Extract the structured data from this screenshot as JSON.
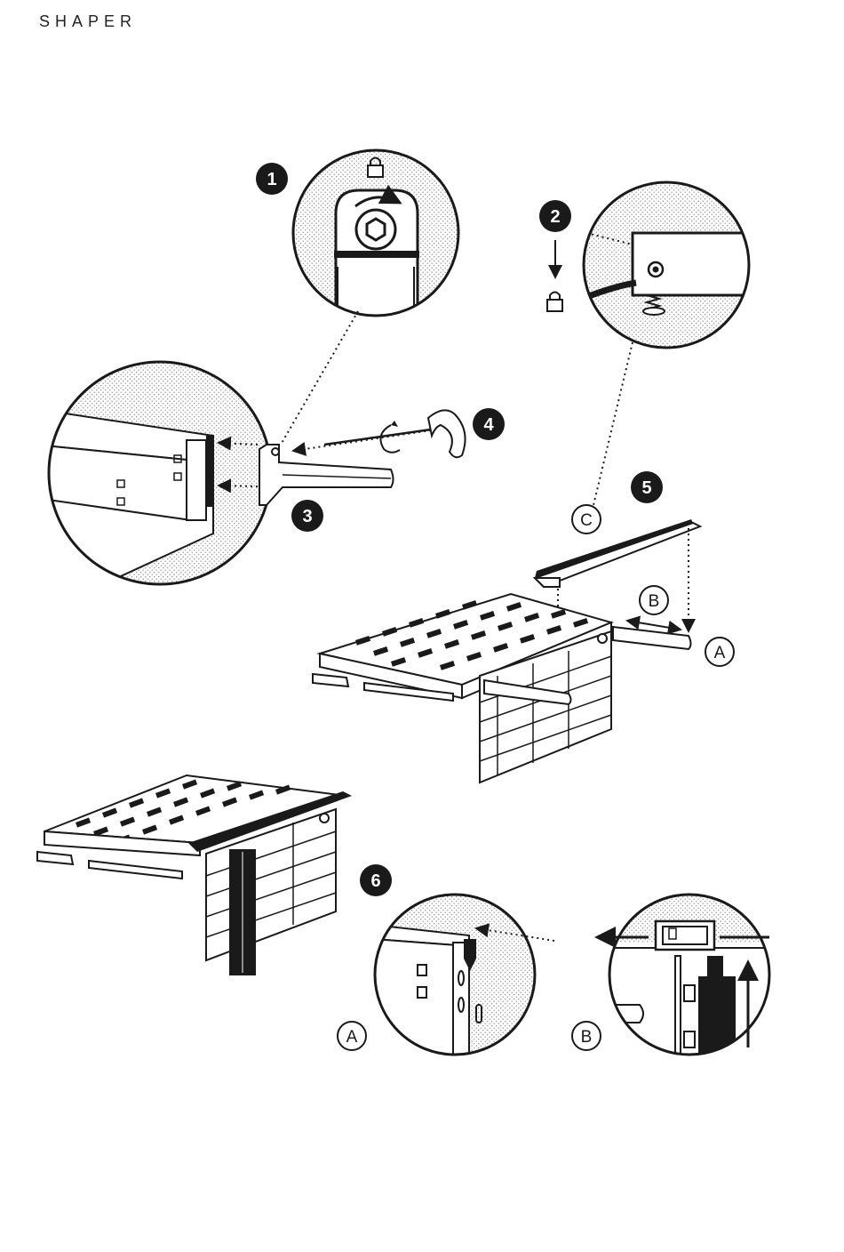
{
  "brand": {
    "logo_text": "SHAPER"
  },
  "steps": {
    "step_1": "1",
    "step_2": "2",
    "step_3": "3",
    "step_4": "4",
    "step_5": "5",
    "step_6": "6"
  },
  "callouts": {
    "a_upper": "A",
    "b_upper": "B",
    "c_upper": "C",
    "a_lower": "A",
    "b_lower": "B"
  },
  "icons": [
    "lock-icon",
    "rotate-arrow-icon",
    "down-arrow-icon",
    "left-arrow-icon",
    "up-arrow-icon",
    "double-arrow-icon"
  ],
  "colors": {
    "ink": "#1a1a1a",
    "paper": "#ffffff",
    "stipple": "#9a9a9a"
  }
}
